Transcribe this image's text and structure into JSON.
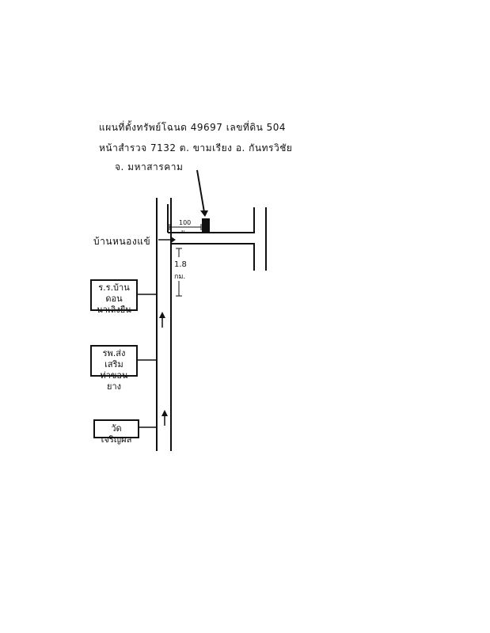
{
  "header": {
    "line1": "แผนที่ตั้งทรัพย์โฉนด 49697  เลขที่ดิน 504",
    "line2": "หน้าสำรวจ 7132  ต. ขามเรียง  อ. กันทรวิชัย",
    "line3": "จ. มหาสารคาม"
  },
  "map": {
    "village_label": "บ้านหนองแข้",
    "distance_100": "100",
    "distance_100_unit": "ม.",
    "distance_18": "1.8",
    "distance_18_unit": "กม.",
    "landmarks": [
      {
        "text_1": "ร.ร.บ้านดอน",
        "text_2": "นาเลิงยืน"
      },
      {
        "text_1": "รพ.ส่งเสริม",
        "text_2": "ท่าขอนยาง"
      },
      {
        "text_1": "วัดเจริญผล",
        "text_2": ""
      }
    ]
  }
}
